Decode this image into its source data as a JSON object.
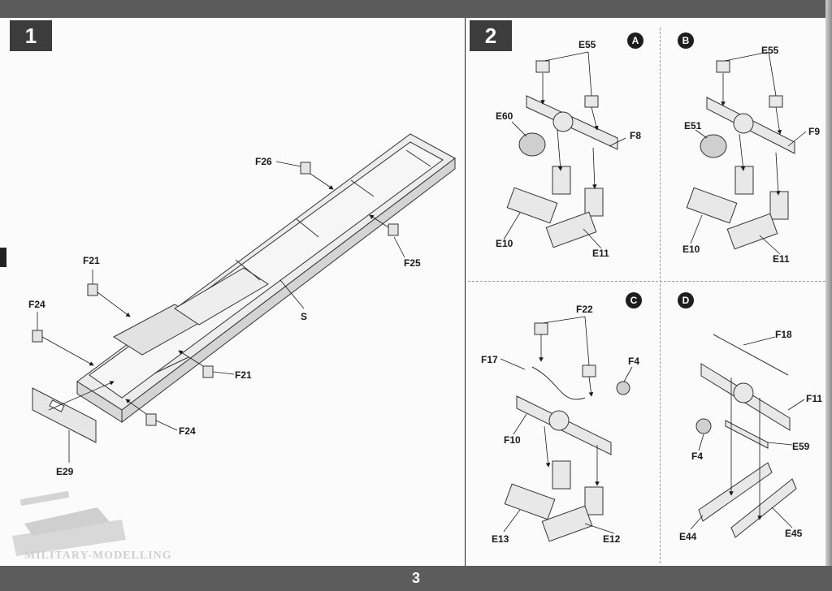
{
  "page": {
    "number": "3",
    "watermark": "MILITARY-MODELLING"
  },
  "steps": [
    {
      "number": "1"
    },
    {
      "number": "2"
    }
  ],
  "step1": {
    "parts": {
      "f26": "F26",
      "f25": "F25",
      "f21a": "F21",
      "f24a": "F24",
      "s": "S",
      "f21b": "F21",
      "f24b": "F24",
      "e29": "E29"
    }
  },
  "step2": {
    "variants": [
      {
        "letter": "A",
        "parts": {
          "e55": "E55",
          "e60": "E60",
          "f8": "F8",
          "e10": "E10",
          "e11": "E11"
        }
      },
      {
        "letter": "B",
        "parts": {
          "e55": "E55",
          "e51": "E51",
          "f9": "F9",
          "e10": "E10",
          "e11": "E11"
        }
      },
      {
        "letter": "C",
        "parts": {
          "f22": "F22",
          "f17": "F17",
          "f4": "F4",
          "f10": "F10",
          "e13": "E13",
          "e12": "E12"
        }
      },
      {
        "letter": "D",
        "parts": {
          "f18": "F18",
          "f11": "F11",
          "e59": "E59",
          "f4": "F4",
          "e44": "E44",
          "e45": "E45"
        }
      }
    ]
  },
  "colors": {
    "bar": "#5a5a5a",
    "box": "#3c3c3c",
    "line": "#1a1a1a",
    "part_fill": "#e8e8e8"
  }
}
